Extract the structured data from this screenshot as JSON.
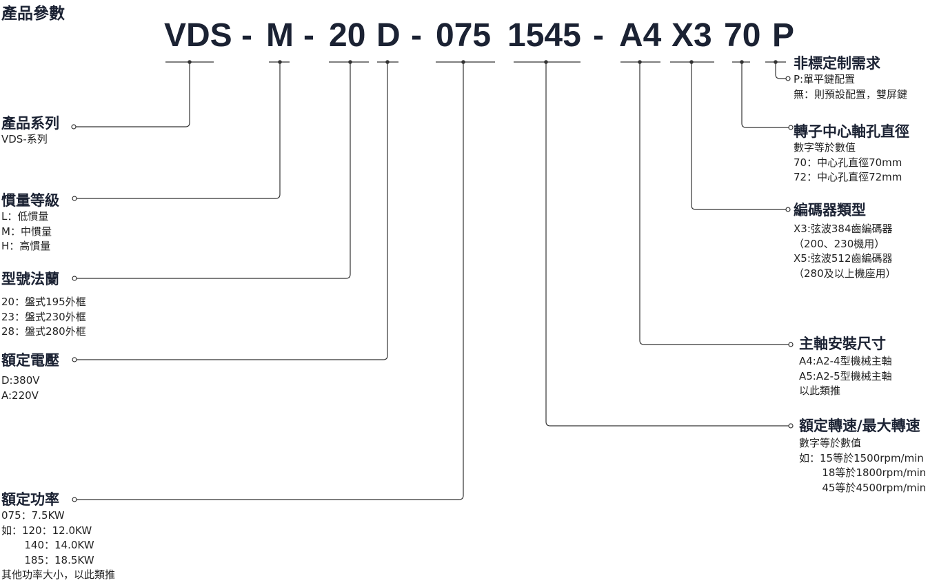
{
  "title": "產品參數",
  "code_segments": [
    {
      "text": "VDS"
    },
    {
      "text": "M"
    },
    {
      "text": "20"
    },
    {
      "text": "D"
    },
    {
      "text": "075"
    },
    {
      "text": "1545"
    },
    {
      "text": "A4"
    },
    {
      "text": "X3"
    },
    {
      "text": "70"
    },
    {
      "text": "P"
    }
  ],
  "dash_glyph": "-",
  "blocks": {
    "series": {
      "heading": "產品系列",
      "lines": [
        "VDS-系列"
      ]
    },
    "inertia": {
      "heading": "慣量等級",
      "lines": [
        "L：低慣量",
        "M：中慣量",
        "H：高慣量"
      ]
    },
    "flange": {
      "heading": "型號法蘭",
      "lines": [
        "20：盤式195外框",
        "23：盤式230外框",
        "28：盤式280外框"
      ]
    },
    "voltage": {
      "heading": "額定電壓",
      "lines": [
        "D:380V",
        "A:220V"
      ]
    },
    "power": {
      "heading": "額定功率",
      "lines": [
        "075：7.5KW",
        "如：120：12.0KW",
        "       140：14.0KW",
        "       185：18.5KW",
        "其他功率大小，以此類推"
      ]
    },
    "custom": {
      "heading": "非標定制需求",
      "lines": [
        "P:單平鍵配置",
        "無：則預設配置，雙屏鍵"
      ]
    },
    "rotor": {
      "heading": "轉子中心軸孔直徑",
      "lines": [
        "數字等於數值",
        "70：中心孔直徑70mm",
        "72：中心孔直徑72mm"
      ]
    },
    "encoder": {
      "heading": "編碼器類型",
      "lines": [
        "X3:弦波384齒編碼器",
        "（200、230機用）",
        "X5:弦波512齒編碼器",
        "（280及以上機座用）"
      ]
    },
    "spindle": {
      "heading": "主軸安裝尺寸",
      "lines": [
        "A4:A2-4型機械主軸",
        "A5:A2-5型機械主軸",
        "以此類推"
      ]
    },
    "speed": {
      "heading": "額定轉速/最大轉速",
      "lines": [
        "數字等於數值",
        "如：15等於1500rpm/min",
        "       18等於1800rpm/min",
        "       45等於4500rpm/min"
      ]
    }
  },
  "colors": {
    "text": "#1b2233",
    "line": "#333333"
  }
}
